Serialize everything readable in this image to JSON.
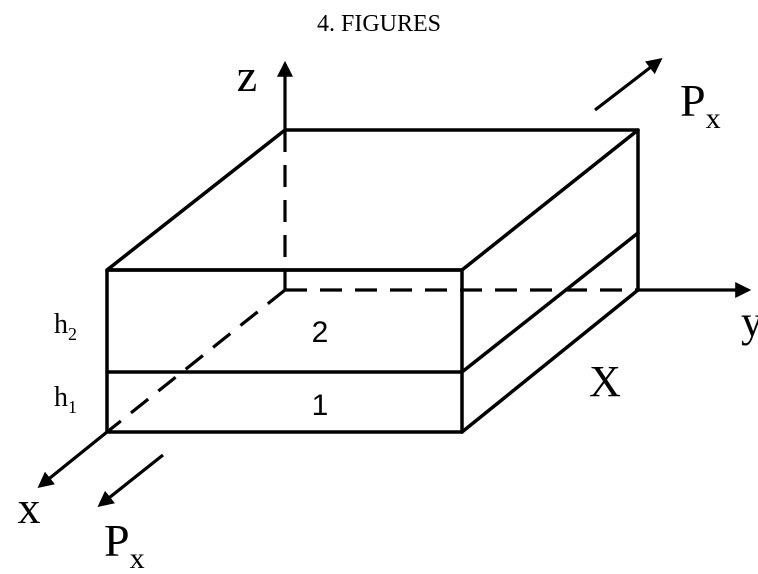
{
  "heading": "4. FIGURES",
  "axes": {
    "z": "z",
    "y": "y",
    "x": "x"
  },
  "labels": {
    "px_top": "P",
    "px_top_sub": "x",
    "px_bottom": "P",
    "px_bottom_sub": "x",
    "h2": "h",
    "h2_sub": "2",
    "h1": "h",
    "h1_sub": "1",
    "layer2": "2",
    "layer1": "1",
    "side_label": "X"
  },
  "colors": {
    "stroke": "#000000",
    "background": "#ffffff"
  }
}
